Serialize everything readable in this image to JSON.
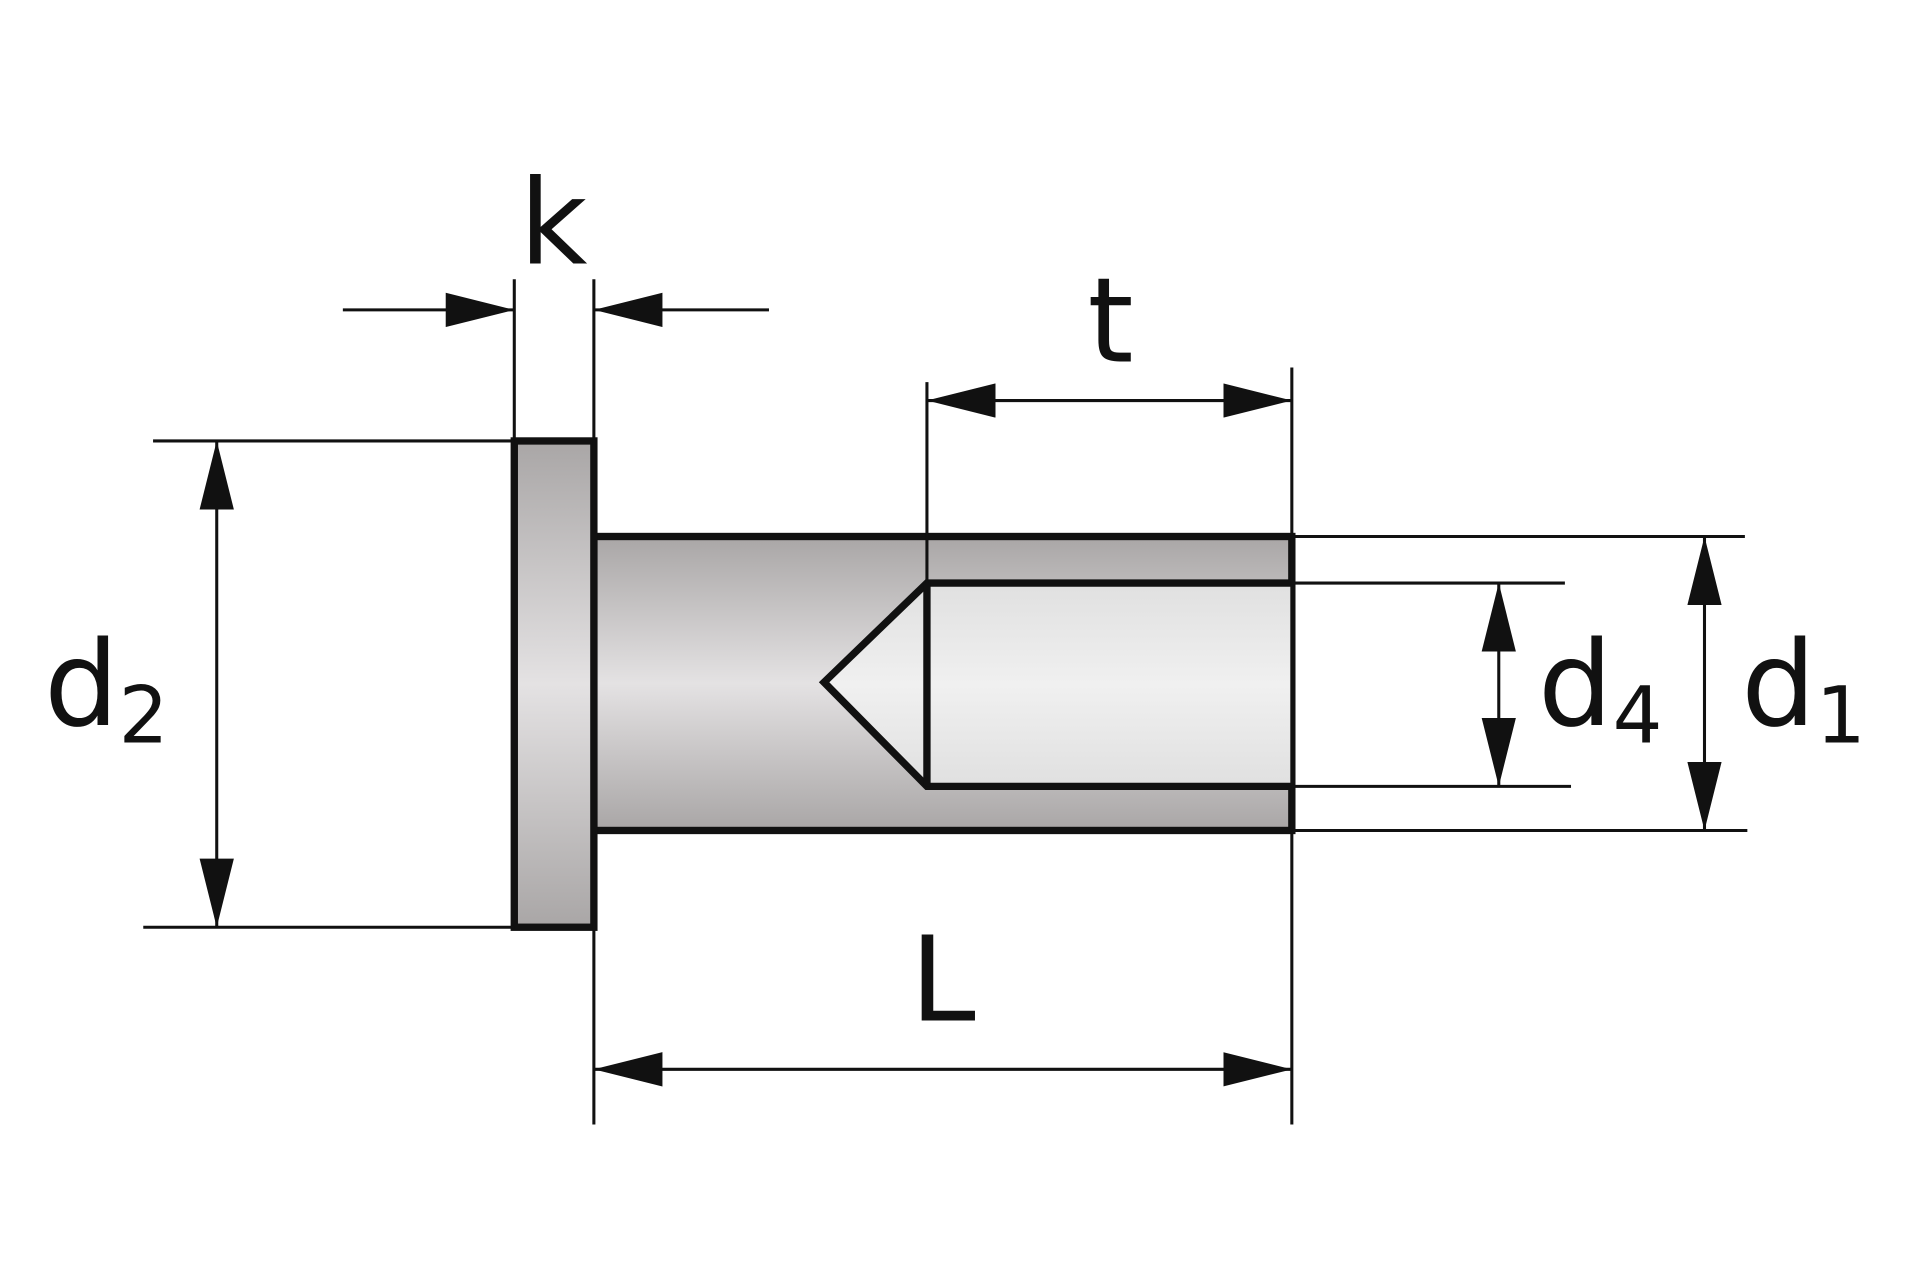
{
  "diagram": {
    "type": "technical drawing of a flanged pin with blind bore",
    "labels": {
      "k": "k",
      "t": "t",
      "L": "L",
      "d2": {
        "main": "d",
        "sub": "2"
      },
      "d4": {
        "main": "d",
        "sub": "4"
      },
      "d1": {
        "main": "d",
        "sub": "1"
      }
    },
    "colors": {
      "line": "#111111",
      "metal_dark": "#a9a6a6",
      "metal_light": "#e4e2e3",
      "bore": "#ebebeb"
    }
  }
}
